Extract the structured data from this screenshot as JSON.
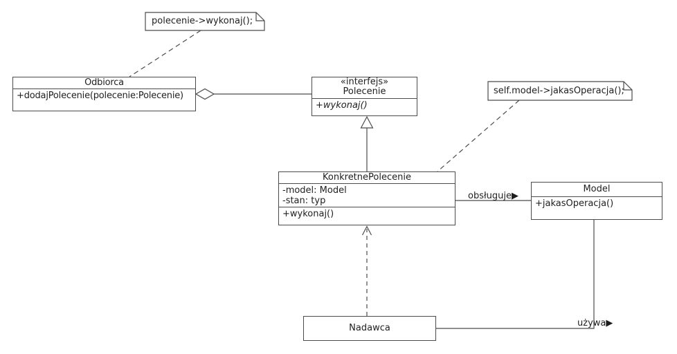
{
  "notes": [
    {
      "text": "polecenie->wykonaj();"
    },
    {
      "text": "self.model->jakasOperacja();"
    }
  ],
  "classes": {
    "odbiorca": {
      "name": "Odbiorca",
      "operations": [
        "+dodajPolecenie(polecenie:Polecenie)"
      ]
    },
    "polecenie": {
      "stereotype": "«interfejs»",
      "name": "Polecenie",
      "operations": [
        "+wykonaj()"
      ]
    },
    "konkretnePolecenie": {
      "name": "KonkretnePolecenie",
      "attributes": [
        "-model: Model",
        "-stan: typ"
      ],
      "operations": [
        "+wykonaj()"
      ]
    },
    "model": {
      "name": "Model",
      "operations": [
        "+jakasOperacja()"
      ]
    },
    "nadawca": {
      "name": "Nadawca"
    }
  },
  "edge_labels": {
    "obsluguje": "obsługuje▶",
    "uzywa": "używa▶"
  },
  "colors": {
    "line": "#4a4a4a",
    "text": "#1e1e1e",
    "background": "#ffffff"
  }
}
